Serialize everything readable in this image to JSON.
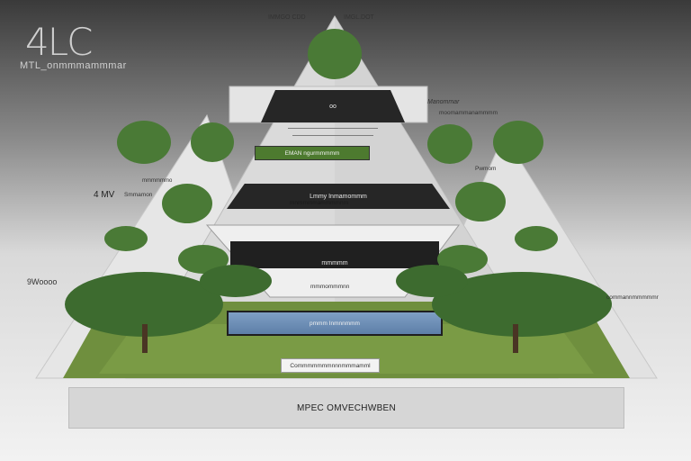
{
  "brand": {
    "mark": "4LC",
    "subtitle": "MTL_onmmmammmar"
  },
  "labels": {
    "top_left": "IMMGO CDD",
    "top_right": "IMGL.DOT",
    "right_upper": "Manommar",
    "right_upper_2": "moomammanammmm",
    "right_mid": "Pwmom",
    "left_mid_number": "4 MV",
    "left_mid_text": "Smmamon",
    "left_mid_small": "mmmmmmo",
    "left_lower": "9Woooo",
    "right_lower": "commannmmmmmr",
    "level1_text": "oo",
    "level2_text": "EMAN  ngurmmmmm",
    "level3_text": "Lmmy Inmamommm",
    "level3_sub": "mnmmmmammmmnm",
    "level4_text": "mmmmm",
    "level5_text": "mmmommmnn",
    "water_text": "pmmm  Inmnnmmm",
    "base_text": "Commmmmmmnnnmmmamml",
    "banner": "MPEC  OMVECHWBEN"
  },
  "colors": {
    "grass": "#6f8f3e",
    "tree_dark": "#3d6b2f",
    "tree_mid": "#5b8a44",
    "water": "#5d7fa8"
  }
}
